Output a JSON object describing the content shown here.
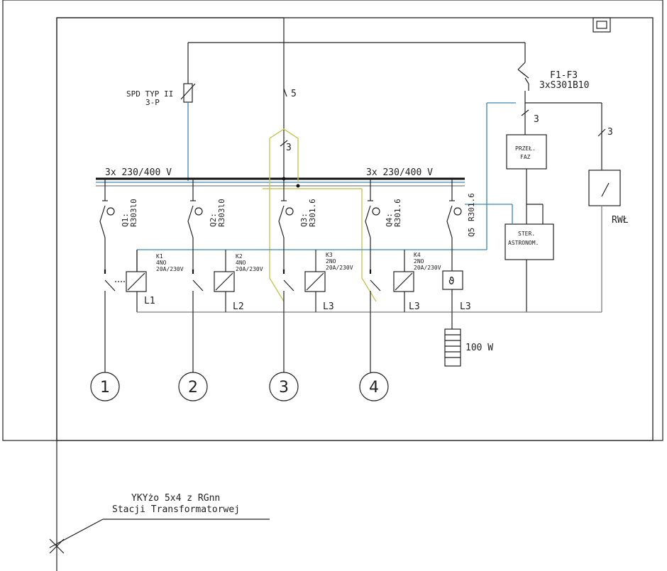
{
  "busbar_left_label": "3x 230/400 V",
  "busbar_right_label": "3x 230/400 V",
  "spd": {
    "line1": "SPD TYP II",
    "line2": "3-P"
  },
  "feed_wire_count": "5",
  "wire_count_3": "3",
  "fuses": {
    "name": "F1-F3",
    "type": "3xS301B10"
  },
  "phase_switch": {
    "line1": "PRZEŁ.",
    "line2": "FAZ"
  },
  "astro": {
    "line1": "STER.",
    "line2": "ASTRONOM."
  },
  "rwl": "RWŁ",
  "breakers": [
    {
      "name": "Q1:",
      "type": "R303l0"
    },
    {
      "name": "Q2:",
      "type": "R303l0"
    },
    {
      "name": "Q3:",
      "type": "R301.6"
    },
    {
      "name": "Q4:",
      "type": "R301.6"
    },
    {
      "name": "Q5",
      "type": "R301.6"
    }
  ],
  "contactors": [
    {
      "name": "K1",
      "spec1": "4NO",
      "spec2": "20A/230V",
      "phase": "L1"
    },
    {
      "name": "K2",
      "spec1": "4NO",
      "spec2": "20A/230V",
      "phase": "L2"
    },
    {
      "name": "K3",
      "spec1": "2NO",
      "spec2": "20A/230V",
      "phase": "L3"
    },
    {
      "name": "K4",
      "spec1": "2NO",
      "spec2": "20A/230V",
      "phase": "L3"
    }
  ],
  "heater": {
    "symbol": "ϑ",
    "phase": "L3",
    "power": "100 W"
  },
  "circuits": [
    "1",
    "2",
    "3",
    "4"
  ],
  "cable": {
    "line1": "YKYżo 5x4 z RGnn",
    "line2": "Stacji Transformatorwej"
  }
}
